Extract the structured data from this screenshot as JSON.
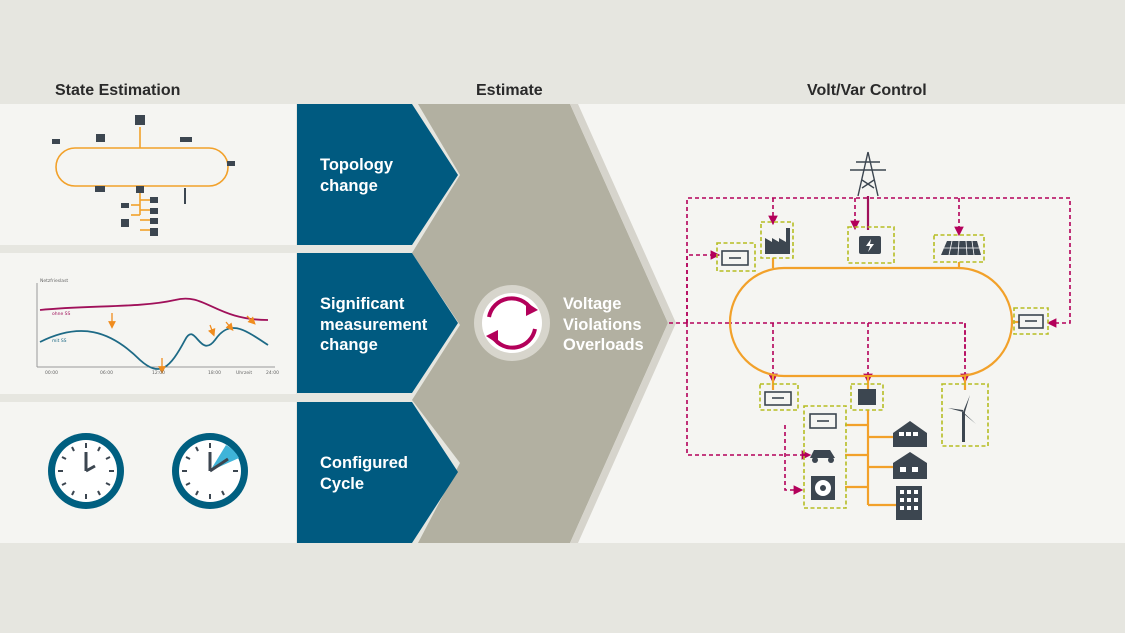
{
  "headings": {
    "state_estimation": "State Estimation",
    "estimate": "Estimate",
    "volt_var_control": "Volt/Var Control"
  },
  "triggers": [
    {
      "label_lines": [
        "Topology",
        "change"
      ]
    },
    {
      "label_lines": [
        "Significant",
        "measurement",
        "change"
      ]
    },
    {
      "label_lines": [
        "Configured",
        "Cycle"
      ]
    }
  ],
  "estimate_outputs": [
    "Voltage",
    "Violations",
    "Overloads"
  ],
  "mini_chart": {
    "type": "line",
    "ylabel": "Netzfrieslast",
    "series_labels": [
      "ohne SS",
      "mit SS"
    ],
    "tick_labels": [
      "00:00",
      "06:00",
      "12:00",
      "18:00",
      "Uhrzeit",
      "24:00"
    ]
  },
  "colors": {
    "background": "#e6e6e0",
    "panel": "#f5f5f2",
    "trigger_blue": "#005a80",
    "estimate_gray": "#b2b0a1",
    "grid_line": "#f2a12a",
    "control_dash": "#b3005a",
    "device_box": "#b6bd23",
    "icon_dark": "#3c4650",
    "clock_teal": "#005f80",
    "clock_highlight": "#3fb4d9"
  },
  "icons": [
    "transmission-tower-icon",
    "factory-icon",
    "transformer-icon",
    "solar-panel-icon",
    "battery-icon",
    "wind-turbine-icon",
    "car-icon",
    "house-icon",
    "apartment-building-icon",
    "refresh-cycle-icon",
    "clock-icon"
  ]
}
